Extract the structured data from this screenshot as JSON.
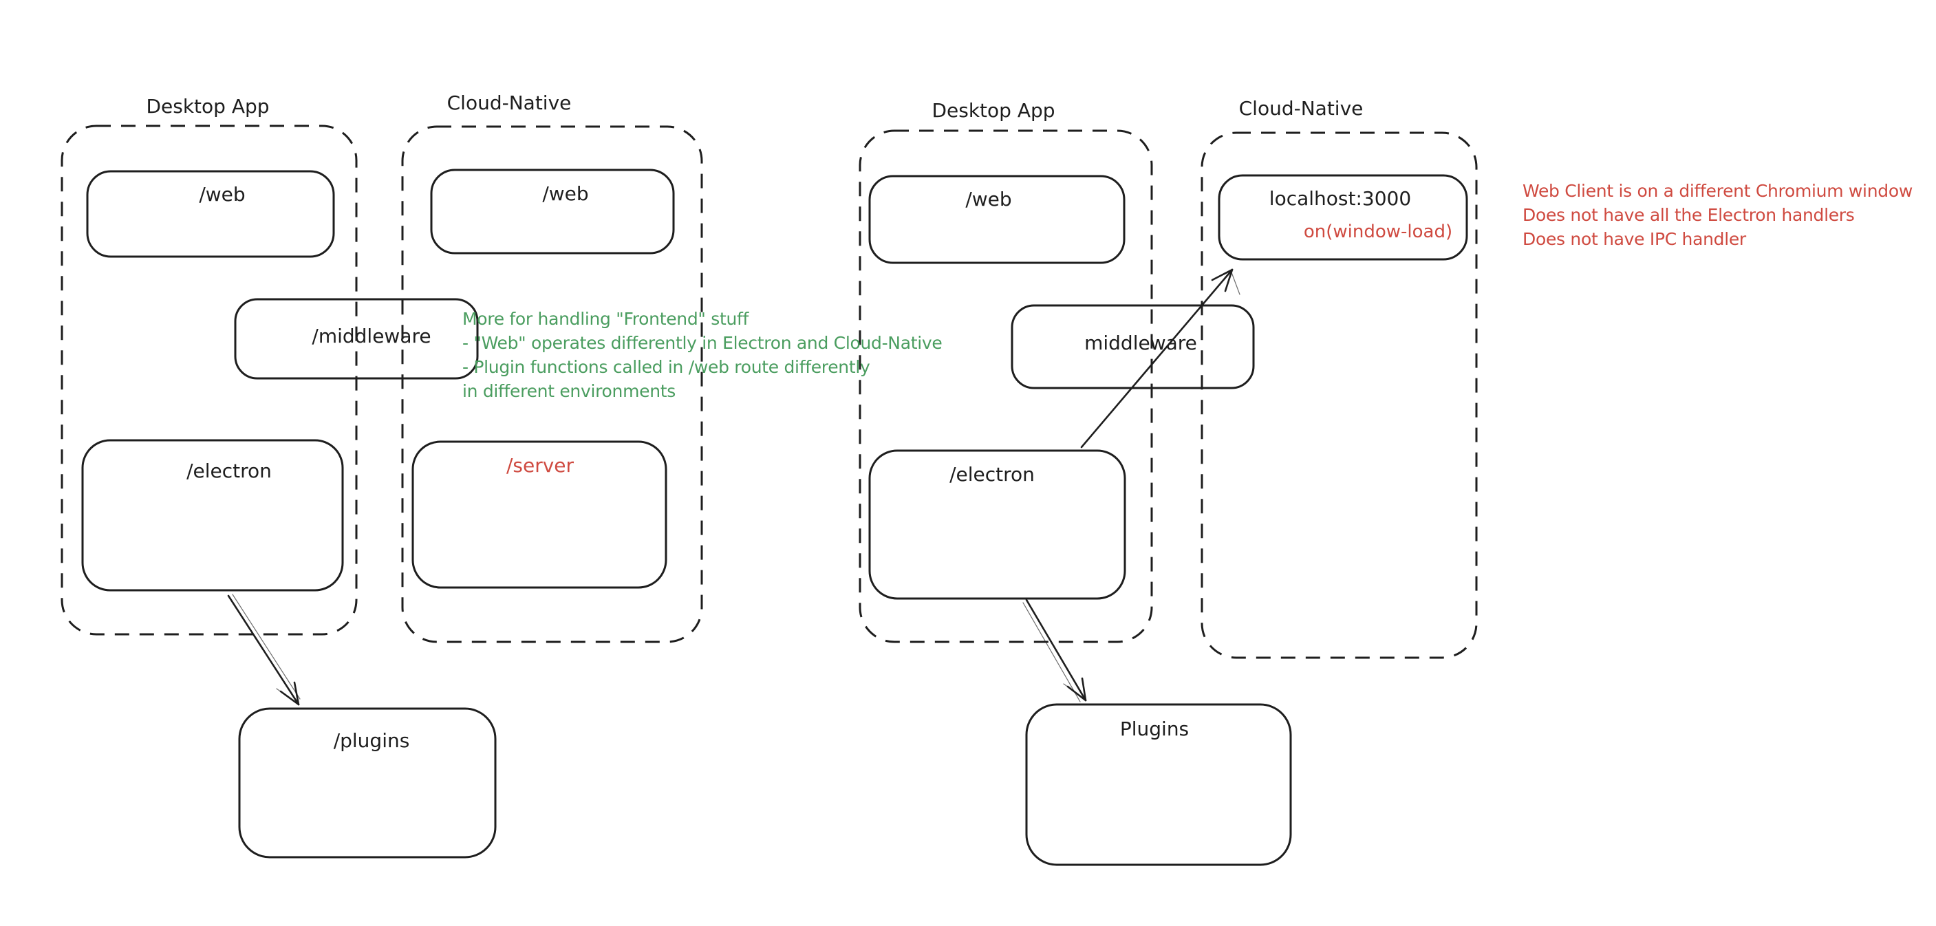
{
  "colors": {
    "ink": "#1e1e1e",
    "green": "#4a9d5f",
    "red": "#cf4a40",
    "canvas": "#ffffff"
  },
  "left": {
    "desktop_label": "Desktop App",
    "cloud_label": "Cloud-Native",
    "web_desktop": "/web",
    "web_cloud": "/web",
    "middleware": "/middleware",
    "electron": "/electron",
    "server": "/server",
    "plugins": "/plugins",
    "note": {
      "line1": "More for handling \"Frontend\" stuff",
      "line2": "- \"Web\" operates differently in Electron and Cloud-Native",
      "line3": "- Plugin functions called in /web route differently",
      "line4": "in different environments"
    }
  },
  "right": {
    "desktop_label": "Desktop App",
    "cloud_label": "Cloud-Native",
    "web": "/web",
    "localhost": "localhost:3000",
    "window_load": "on(window-load)",
    "middleware": "middleware",
    "electron": "/electron",
    "plugins": "Plugins",
    "note": {
      "line1": "Web Client is on a different Chromium window",
      "line2": "Does not have all the Electron handlers",
      "line3": "Does not have IPC handler"
    }
  }
}
